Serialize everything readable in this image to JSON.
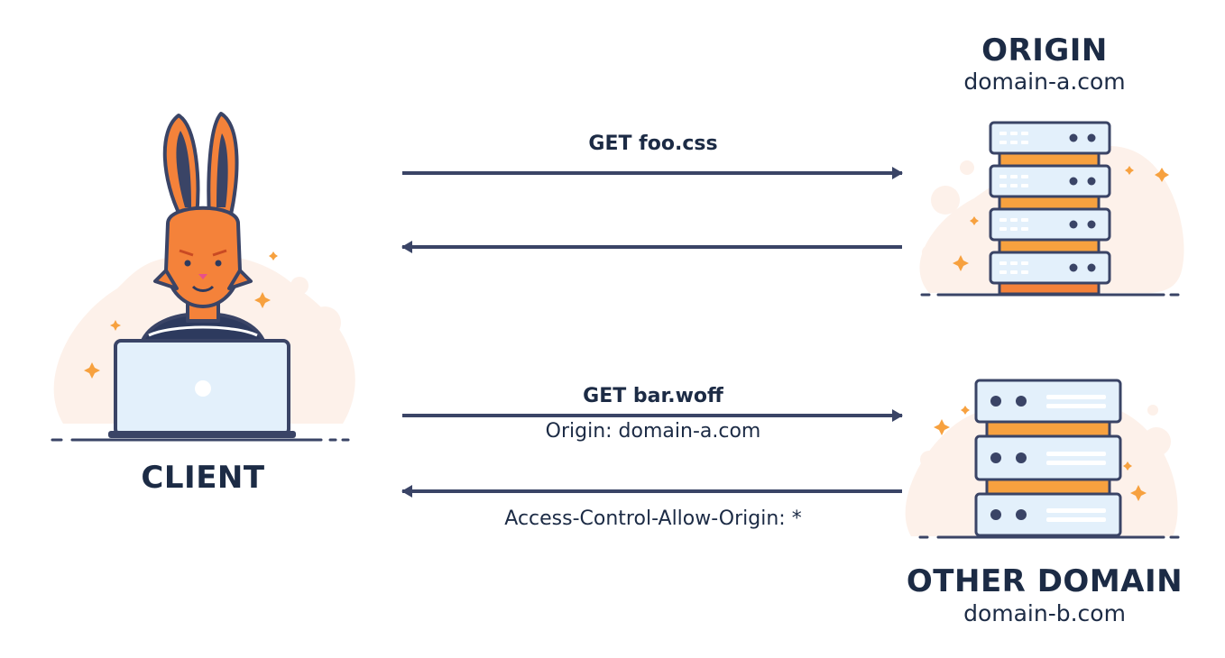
{
  "client": {
    "title": "CLIENT"
  },
  "origin": {
    "title": "ORIGIN",
    "domain": "domain-a.com"
  },
  "other": {
    "title": "OTHER DOMAIN",
    "domain": "domain-b.com"
  },
  "arrows": {
    "request_1": "GET foo.css",
    "request_2": "GET bar.woff",
    "request_2_header": "Origin: domain-a.com",
    "response_2_header": "Access-Control-Allow-Origin: *"
  },
  "colors": {
    "navy": "#3a4466",
    "dark_text": "#1c2b45",
    "orange": "#f4823a",
    "orange_light": "#f7a13f",
    "server_face": "#e3f0fb",
    "blob": "#fdf1ea"
  }
}
